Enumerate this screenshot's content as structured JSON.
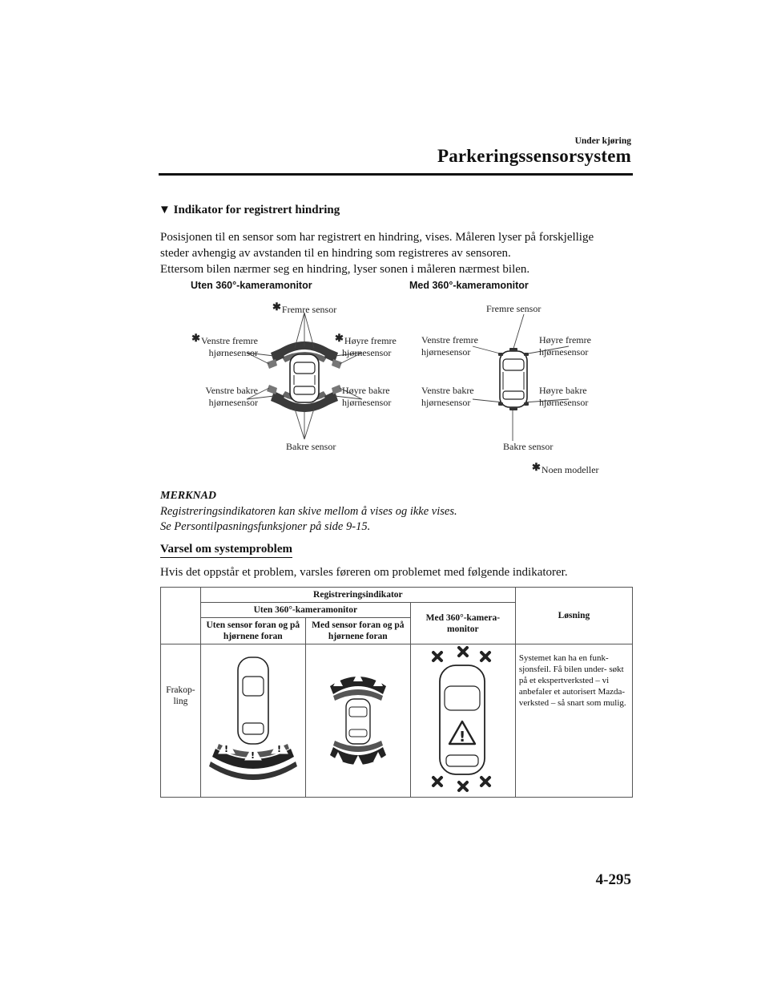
{
  "header": {
    "section": "Under kjøring",
    "title": "Parkeringssensorsystem"
  },
  "subheading": {
    "marker": "▼",
    "text": "Indikator for registrert hindring"
  },
  "intro": [
    "Posisjonen til en sensor som har registrert en hindring, vises. Måleren lyser på forskjellige",
    "steder avhengig av avstanden til en hindring som registreres av sensoren.",
    "Ettersom bilen nærmer seg en hindring, lyser sonen i måleren nærmest bilen."
  ],
  "figure": {
    "left_title": "Uten 360°-kameramonitor",
    "right_title": "Med 360°-kameramonitor",
    "star": "✱",
    "labels": {
      "front": "Fremre sensor",
      "left_front": [
        "Venstre fremre",
        "hjørnesensor"
      ],
      "right_front": [
        "Høyre fremre",
        "hjørnesensor"
      ],
      "left_rear": [
        "Venstre bakre",
        "hjørnesensor"
      ],
      "right_rear": [
        "Høyre bakre",
        "hjørnesensor"
      ],
      "rear": "Bakre sensor"
    },
    "footnote": "Noen modeller"
  },
  "note": {
    "heading": "MERKNAD",
    "lines": [
      "Registreringsindikatoren kan skive mellom å vises og ikke vises.",
      "Se Persontilpasningsfunksjoner på side 9-15."
    ]
  },
  "warning_heading": "Varsel om systemproblem",
  "warning_intro": "Hvis det oppstår et problem, varsles føreren om problemet med følgende indikatorer.",
  "table": {
    "header_main": "Registreringsindikator",
    "header_without": "Uten 360°-kameramonitor",
    "header_with": "Med 360°-kamera- monitor",
    "header_solution": "Løsning",
    "sub_col1": "Uten sensor foran og på hjørnene foran",
    "sub_col2": "Med sensor foran og på hjørnene foran",
    "row_label": "Frakop- ling",
    "solution": "Systemet kan ha en funk- sjonsfeil. Få bilen under- søkt på et ekspertverksted – vi anbefaler et autorisert Mazda-verksted – så snart som mulig."
  },
  "page_number": "4-295"
}
